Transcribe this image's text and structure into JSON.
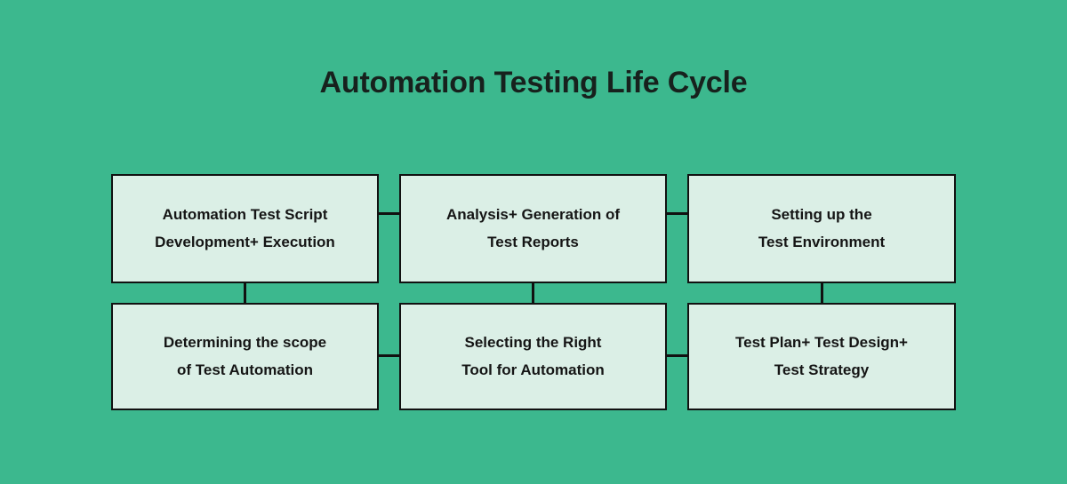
{
  "theme": {
    "background_color": "#3cb88e",
    "box_fill_color": "#dbefe6",
    "box_border_color": "#111111",
    "text_color": "#151515",
    "title_color": "#17211d"
  },
  "title": "Automation Testing Life Cycle",
  "nodes": [
    {
      "id": "box-1",
      "label": "Automation Test Script\nDevelopment+ Execution",
      "line1": "Automation Test Script",
      "line2": "Development+ Execution",
      "row": 1,
      "column": 1
    },
    {
      "id": "box-2",
      "label": "Analysis+ Generation of\nTest Reports",
      "line1": "Analysis+ Generation of",
      "line2": "Test Reports",
      "row": 1,
      "column": 2
    },
    {
      "id": "box-3",
      "label": "Setting up the\nTest Environment",
      "line1": "Setting up the",
      "line2": "Test Environment",
      "row": 1,
      "column": 3
    },
    {
      "id": "box-4",
      "label": "Determining the scope\nof Test Automation",
      "line1": "Determining the scope",
      "line2": "of Test Automation",
      "row": 2,
      "column": 1
    },
    {
      "id": "box-5",
      "label": "Selecting the Right\nTool for Automation",
      "line1": "Selecting the Right",
      "line2": "Tool for Automation",
      "row": 2,
      "column": 2
    },
    {
      "id": "box-6",
      "label": "Test Plan+ Test Design+\nTest Strategy",
      "line1": "Test Plan+ Test Design+",
      "line2": "Test Strategy",
      "row": 2,
      "column": 3
    }
  ],
  "connectors": [
    {
      "id": "link-1-2",
      "from": "box-1",
      "to": "box-2",
      "orientation": "horizontal"
    },
    {
      "id": "link-2-3",
      "from": "box-2",
      "to": "box-3",
      "orientation": "horizontal"
    },
    {
      "id": "link-4-5",
      "from": "box-4",
      "to": "box-5",
      "orientation": "horizontal"
    },
    {
      "id": "link-5-6",
      "from": "box-5",
      "to": "box-6",
      "orientation": "horizontal"
    },
    {
      "id": "link-1-4",
      "from": "box-1",
      "to": "box-4",
      "orientation": "vertical"
    },
    {
      "id": "link-2-5",
      "from": "box-2",
      "to": "box-5",
      "orientation": "vertical"
    },
    {
      "id": "link-3-6",
      "from": "box-3",
      "to": "box-6",
      "orientation": "vertical"
    }
  ]
}
